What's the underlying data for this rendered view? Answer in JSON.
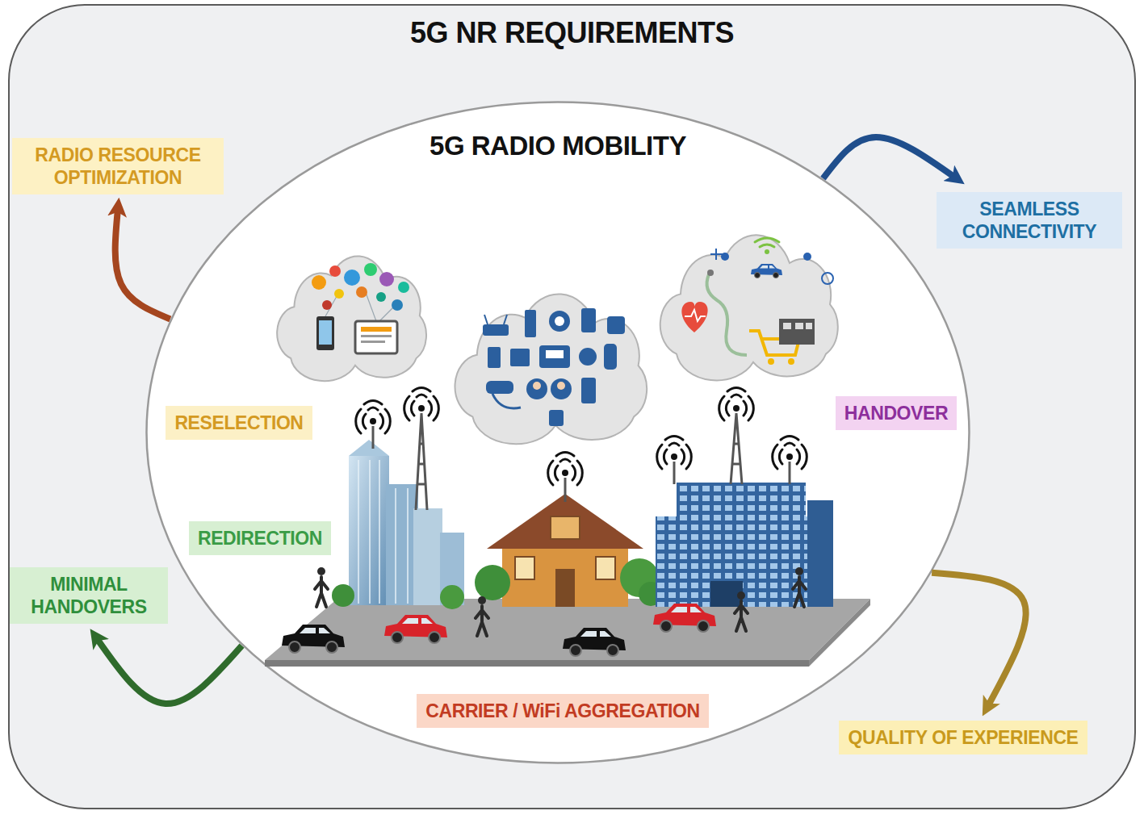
{
  "diagram": {
    "nodes": [
      {
        "text": [
          "5G NR REQUIREMENTS"
        ]
      },
      {
        "text": [
          "5G RADIO MOBILITY"
        ],
        "in": 0
      },
      {
        "text": [
          "RADIO RESOURCE OPTIMIZATION"
        ],
        "in": 0
      },
      {
        "text": [
          "SEAMLESS CONNECTIVITY"
        ],
        "in": 0
      },
      {
        "text": [
          "MINIMAL HANDOVERS"
        ],
        "in": 0
      },
      {
        "text": [
          "QUALITY OF EXPERIENCE"
        ],
        "in": 0
      },
      {
        "text": [
          "RESELECTION"
        ],
        "in": 1
      },
      {
        "text": [
          "HANDOVER"
        ],
        "in": 1
      },
      {
        "text": [
          "REDIRECTION"
        ],
        "in": 1
      },
      {
        "text": [
          "CARRIER / WiFi AGGREGATION"
        ],
        "in": 1
      }
    ],
    "edges": [
      {
        "from": 1,
        "to": 2,
        "arrow": "to"
      },
      {
        "from": 1,
        "to": 3,
        "arrow": "to"
      },
      {
        "from": 1,
        "to": 4,
        "arrow": "to"
      },
      {
        "from": 1,
        "to": 5,
        "arrow": "to"
      }
    ]
  }
}
